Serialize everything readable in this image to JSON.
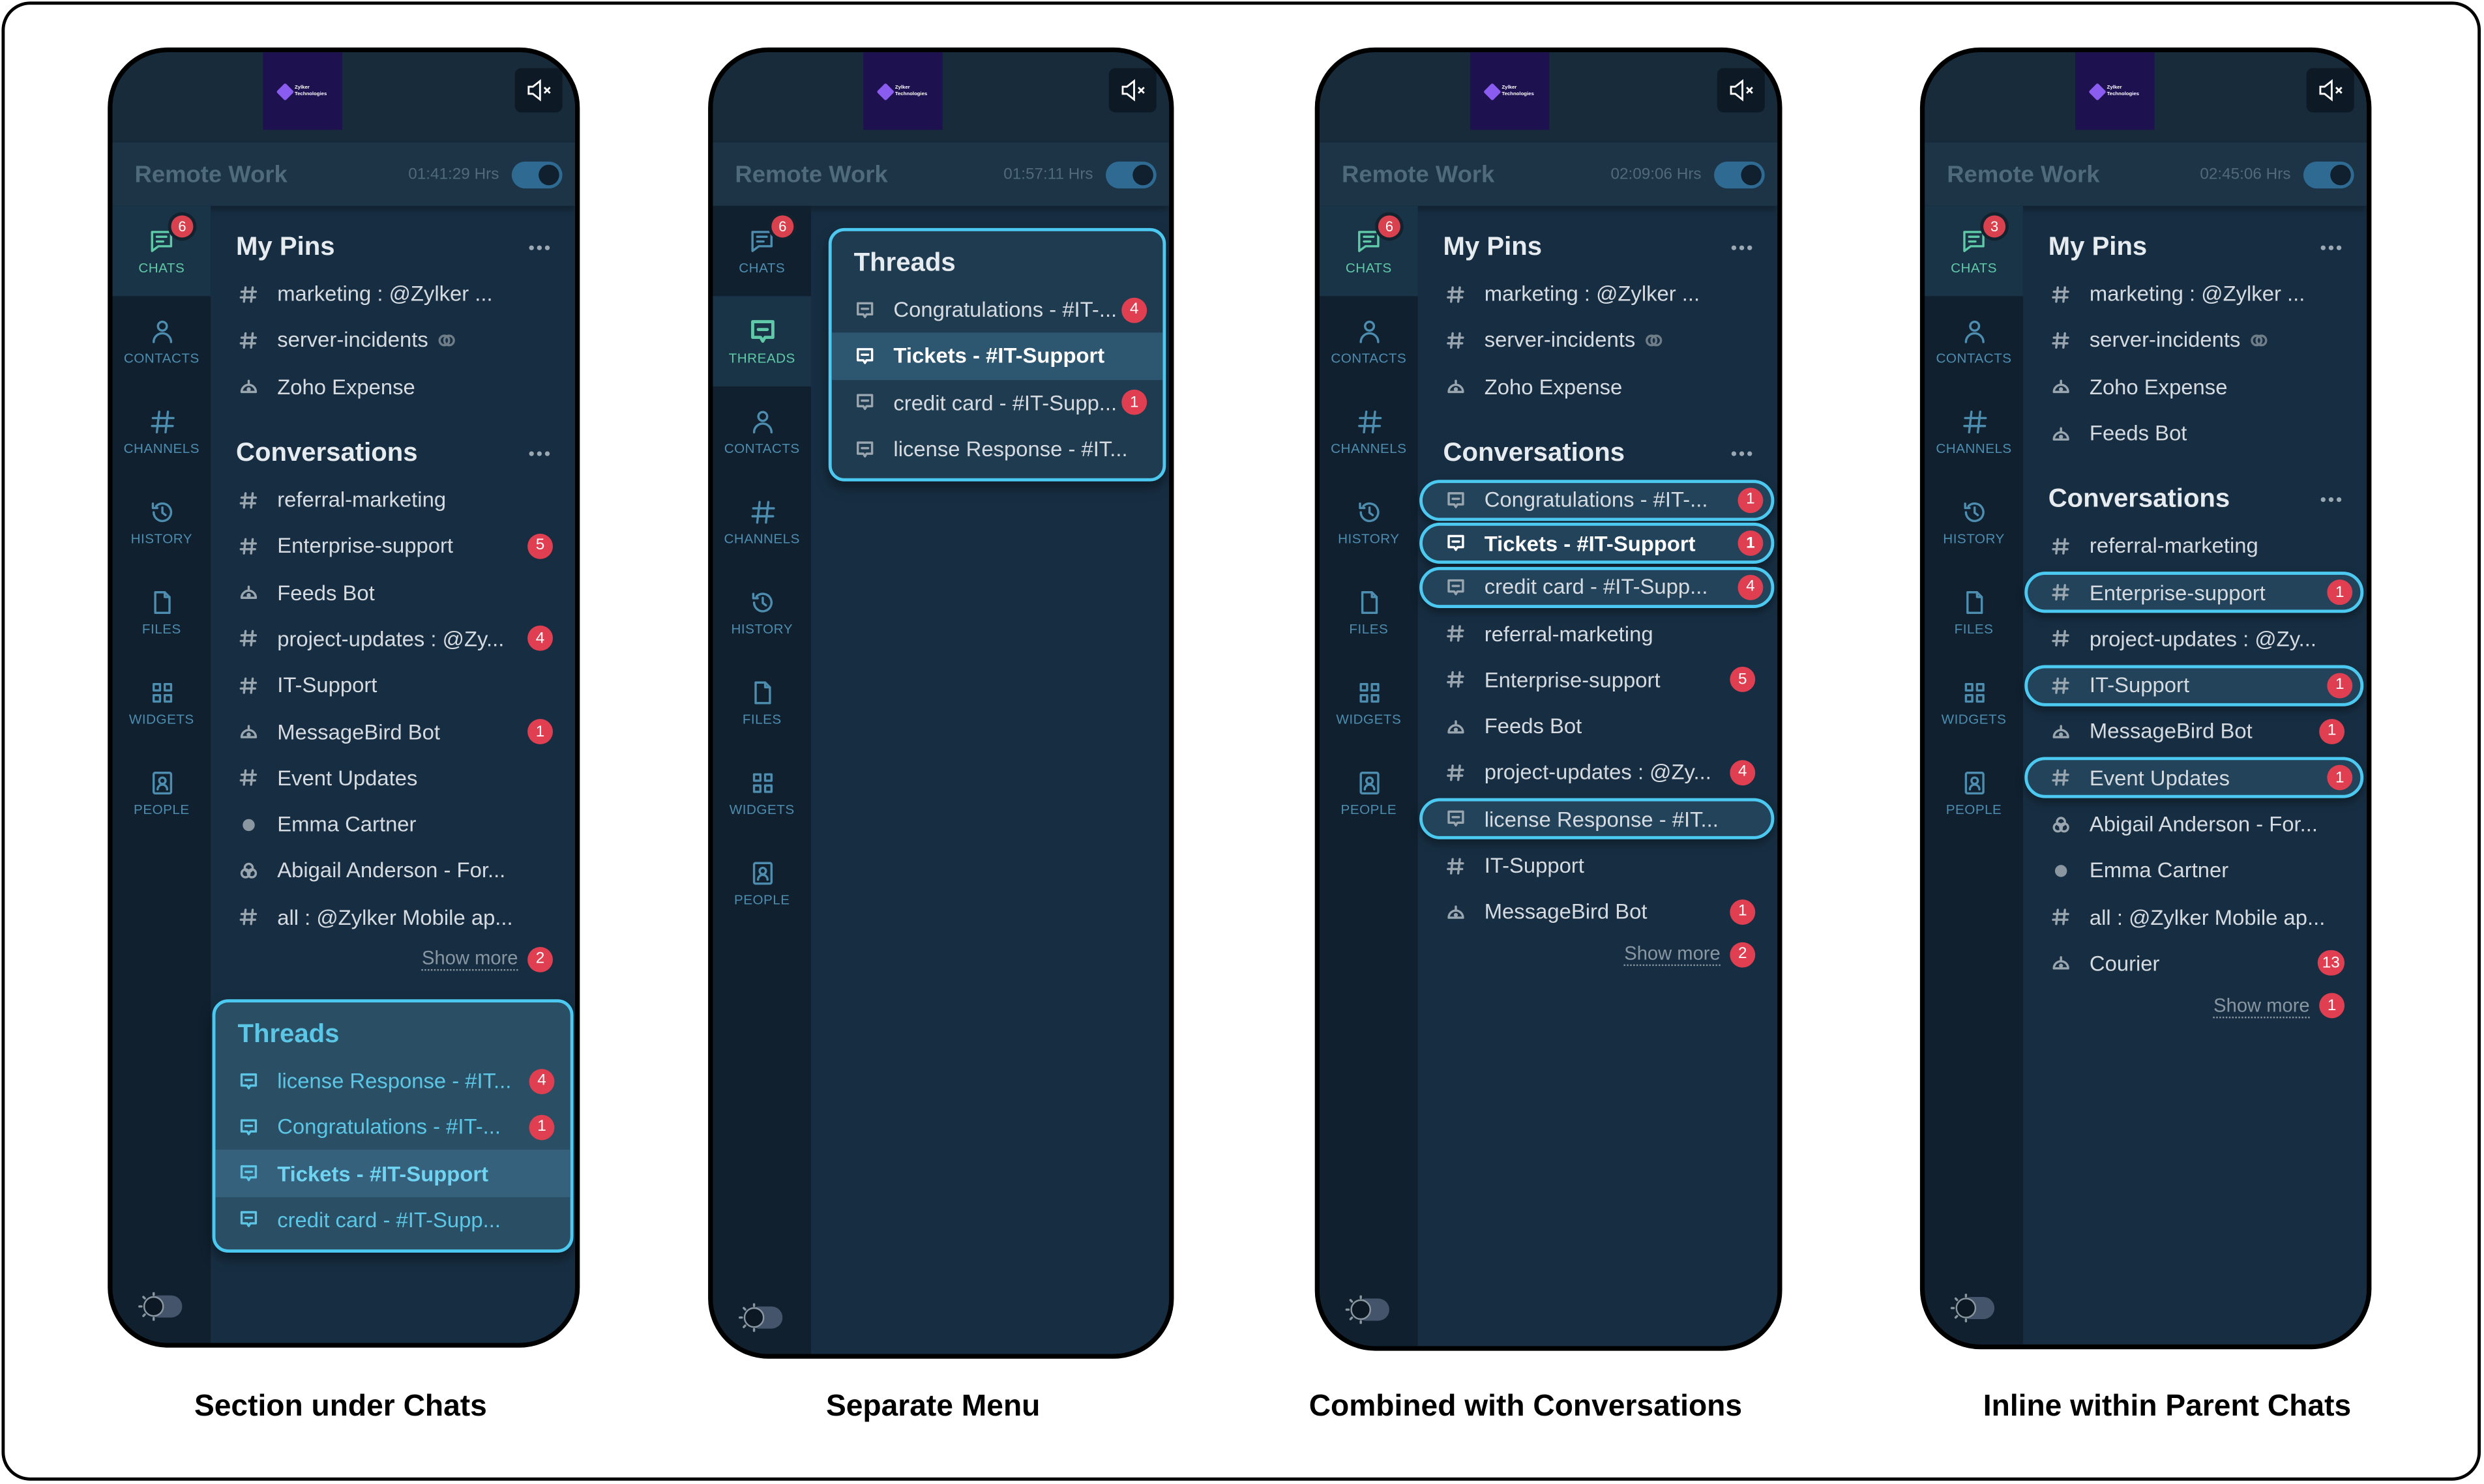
{
  "colors": {
    "accent": "#5fc9a8",
    "highlight": "#4cc9f0",
    "badge": "#df3f51",
    "sidebar": "#10202e",
    "main": "#172e42"
  },
  "logo_text": "Zylker Technologies",
  "panels": [
    {
      "caption": "Section under Chats",
      "title": "Remote Work",
      "time": "01:41:29 Hrs",
      "rail": [
        {
          "label": "CHATS",
          "icon": "chat",
          "badge": "6",
          "active": true
        },
        {
          "label": "CONTACTS",
          "icon": "contacts"
        },
        {
          "label": "CHANNELS",
          "icon": "channels"
        },
        {
          "label": "HISTORY",
          "icon": "history"
        },
        {
          "label": "FILES",
          "icon": "files"
        },
        {
          "label": "WIDGETS",
          "icon": "widgets"
        },
        {
          "label": "PEOPLE",
          "icon": "people"
        }
      ],
      "sections": [
        {
          "title": "My Pins",
          "items": [
            {
              "icon": "hash",
              "label": "marketing : @Zylker ..."
            },
            {
              "icon": "hash",
              "label": "server-incidents",
              "link": true
            },
            {
              "icon": "bot",
              "label": "Zoho Expense"
            }
          ]
        },
        {
          "title": "Conversations",
          "show_more": "Show more",
          "show_more_badge": "2",
          "items": [
            {
              "icon": "hash",
              "label": "referral-marketing"
            },
            {
              "icon": "hash",
              "label": "Enterprise-support",
              "badge": "5"
            },
            {
              "icon": "bot",
              "label": "Feeds Bot"
            },
            {
              "icon": "hash",
              "label": "project-updates : @Zy...",
              "badge": "4"
            },
            {
              "icon": "hash",
              "label": "IT-Support"
            },
            {
              "icon": "bot",
              "label": "MessageBird Bot",
              "badge": "1"
            },
            {
              "icon": "hash",
              "label": "Event Updates"
            },
            {
              "icon": "person",
              "label": "Emma Cartner"
            },
            {
              "icon": "group",
              "label": "Abigail Anderson - For..."
            },
            {
              "icon": "hash",
              "label": "all : @Zylker Mobile ap..."
            }
          ]
        },
        {
          "title": "Threads",
          "box": "threads",
          "items": [
            {
              "icon": "thread",
              "label": "license Response - #IT...",
              "badge": "4"
            },
            {
              "icon": "thread",
              "label": "Congratulations - #IT-...",
              "badge": "1"
            },
            {
              "icon": "thread",
              "label": "Tickets - #IT-Support",
              "active": true
            },
            {
              "icon": "thread",
              "label": "credit card - #IT-Supp..."
            }
          ]
        }
      ]
    },
    {
      "caption": "Separate Menu",
      "title": "Remote Work",
      "time": "01:57:11 Hrs",
      "rail": [
        {
          "label": "CHATS",
          "icon": "chat",
          "badge": "6"
        },
        {
          "label": "THREADS",
          "icon": "thread",
          "active": true
        },
        {
          "label": "CONTACTS",
          "icon": "contacts"
        },
        {
          "label": "CHANNELS",
          "icon": "channels"
        },
        {
          "label": "HISTORY",
          "icon": "history"
        },
        {
          "label": "FILES",
          "icon": "files"
        },
        {
          "label": "WIDGETS",
          "icon": "widgets"
        },
        {
          "label": "PEOPLE",
          "icon": "people"
        }
      ],
      "sections": [
        {
          "title": "Threads",
          "box": "alt",
          "items": [
            {
              "icon": "thread",
              "label": "Congratulations - #IT-...",
              "badge": "4"
            },
            {
              "icon": "thread",
              "label": "Tickets - #IT-Support",
              "active": true
            },
            {
              "icon": "thread",
              "label": "credit card - #IT-Supp...",
              "badge": "1"
            },
            {
              "icon": "thread",
              "label": "license Response - #IT..."
            }
          ]
        }
      ]
    },
    {
      "caption": "Combined with Conversations",
      "title": "Remote Work",
      "time": "02:09:06 Hrs",
      "rail": [
        {
          "label": "CHATS",
          "icon": "chat",
          "badge": "6",
          "active": true
        },
        {
          "label": "CONTACTS",
          "icon": "contacts"
        },
        {
          "label": "CHANNELS",
          "icon": "channels"
        },
        {
          "label": "HISTORY",
          "icon": "history"
        },
        {
          "label": "FILES",
          "icon": "files"
        },
        {
          "label": "WIDGETS",
          "icon": "widgets"
        },
        {
          "label": "PEOPLE",
          "icon": "people"
        }
      ],
      "sections": [
        {
          "title": "My Pins",
          "items": [
            {
              "icon": "hash",
              "label": "marketing : @Zylker ..."
            },
            {
              "icon": "hash",
              "label": "server-incidents",
              "link": true
            },
            {
              "icon": "bot",
              "label": "Zoho Expense"
            }
          ]
        },
        {
          "title": "Conversations",
          "show_more": "Show more",
          "show_more_badge": "2",
          "items": [
            {
              "icon": "thread",
              "label": "Congratulations - #IT-...",
              "badge": "1",
              "highlight": true
            },
            {
              "icon": "thread",
              "label": "Tickets - #IT-Support",
              "badge": "1",
              "highlight": true,
              "active": true
            },
            {
              "icon": "thread",
              "label": "credit card - #IT-Supp...",
              "badge": "4",
              "highlight": true
            },
            {
              "icon": "hash",
              "label": "referral-marketing"
            },
            {
              "icon": "hash",
              "label": "Enterprise-support",
              "badge": "5"
            },
            {
              "icon": "bot",
              "label": "Feeds Bot"
            },
            {
              "icon": "hash",
              "label": "project-updates : @Zy...",
              "badge": "4"
            },
            {
              "icon": "thread",
              "label": "license Response - #IT...",
              "highlight": true
            },
            {
              "icon": "hash",
              "label": "IT-Support"
            },
            {
              "icon": "bot",
              "label": "MessageBird Bot",
              "badge": "1"
            }
          ]
        }
      ]
    },
    {
      "caption": "Inline within Parent Chats",
      "title": "Remote Work",
      "time": "02:45:06 Hrs",
      "rail": [
        {
          "label": "CHATS",
          "icon": "chat",
          "badge": "3",
          "active": true
        },
        {
          "label": "CONTACTS",
          "icon": "contacts"
        },
        {
          "label": "CHANNELS",
          "icon": "channels"
        },
        {
          "label": "HISTORY",
          "icon": "history"
        },
        {
          "label": "FILES",
          "icon": "files"
        },
        {
          "label": "WIDGETS",
          "icon": "widgets"
        },
        {
          "label": "PEOPLE",
          "icon": "people"
        }
      ],
      "sections": [
        {
          "title": "My Pins",
          "items": [
            {
              "icon": "hash",
              "label": "marketing : @Zylker ..."
            },
            {
              "icon": "hash",
              "label": "server-incidents",
              "link": true
            },
            {
              "icon": "bot",
              "label": "Zoho Expense"
            },
            {
              "icon": "bot",
              "label": "Feeds Bot"
            }
          ]
        },
        {
          "title": "Conversations",
          "show_more": "Show more",
          "show_more_badge": "1",
          "items": [
            {
              "icon": "hash",
              "label": "referral-marketing"
            },
            {
              "icon": "hash",
              "label": "Enterprise-support",
              "badge": "1",
              "highlight": true
            },
            {
              "icon": "hash",
              "label": "project-updates : @Zy..."
            },
            {
              "icon": "hash",
              "label": "IT-Support",
              "badge": "1",
              "highlight": true
            },
            {
              "icon": "bot",
              "label": "MessageBird Bot",
              "badge": "1"
            },
            {
              "icon": "hash",
              "label": "Event Updates",
              "badge": "1",
              "highlight": true
            },
            {
              "icon": "group",
              "label": "Abigail Anderson - For..."
            },
            {
              "icon": "person",
              "label": "Emma Cartner"
            },
            {
              "icon": "hash",
              "label": "all : @Zylker Mobile ap..."
            },
            {
              "icon": "bot",
              "label": "Courier",
              "badge": "13"
            }
          ]
        }
      ]
    }
  ]
}
